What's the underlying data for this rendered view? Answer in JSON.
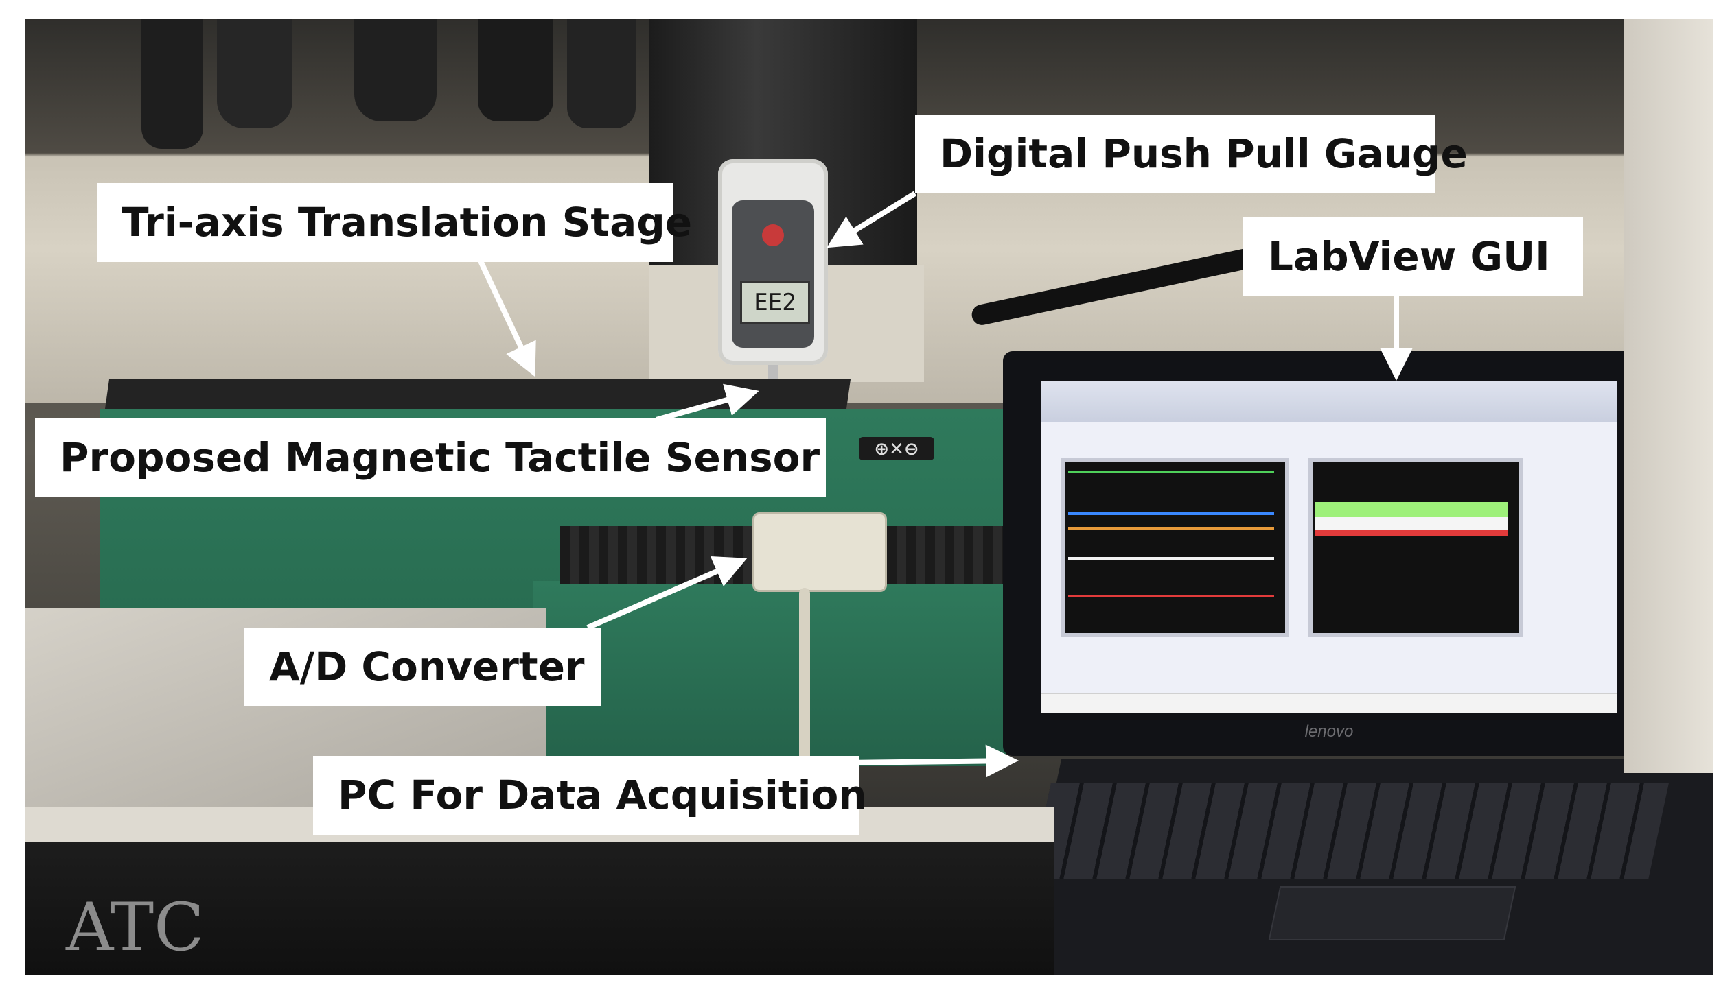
{
  "annotations": {
    "digital_push_pull_gauge": "Digital Push Pull Gauge",
    "tri_axis_translation_stage": "Tri-axis Translation Stage",
    "labview_gui": "LabView GUI",
    "proposed_magnetic_tactile_sensor": "Proposed Magnetic Tactile Sensor",
    "ad_converter": "A/D Converter",
    "pc_for_data_acquisition": "PC For Data Acquisition"
  },
  "photo_text": {
    "machine_brand": "ATC",
    "laptop_brand": "lenovo",
    "gauge_display": "EE2"
  },
  "colors": {
    "machine_green": "#2f7a5c",
    "label_background": "#ffffff",
    "arrow": "#ffffff",
    "screen_background": "#eef0f8",
    "plot_background": "#111111"
  }
}
